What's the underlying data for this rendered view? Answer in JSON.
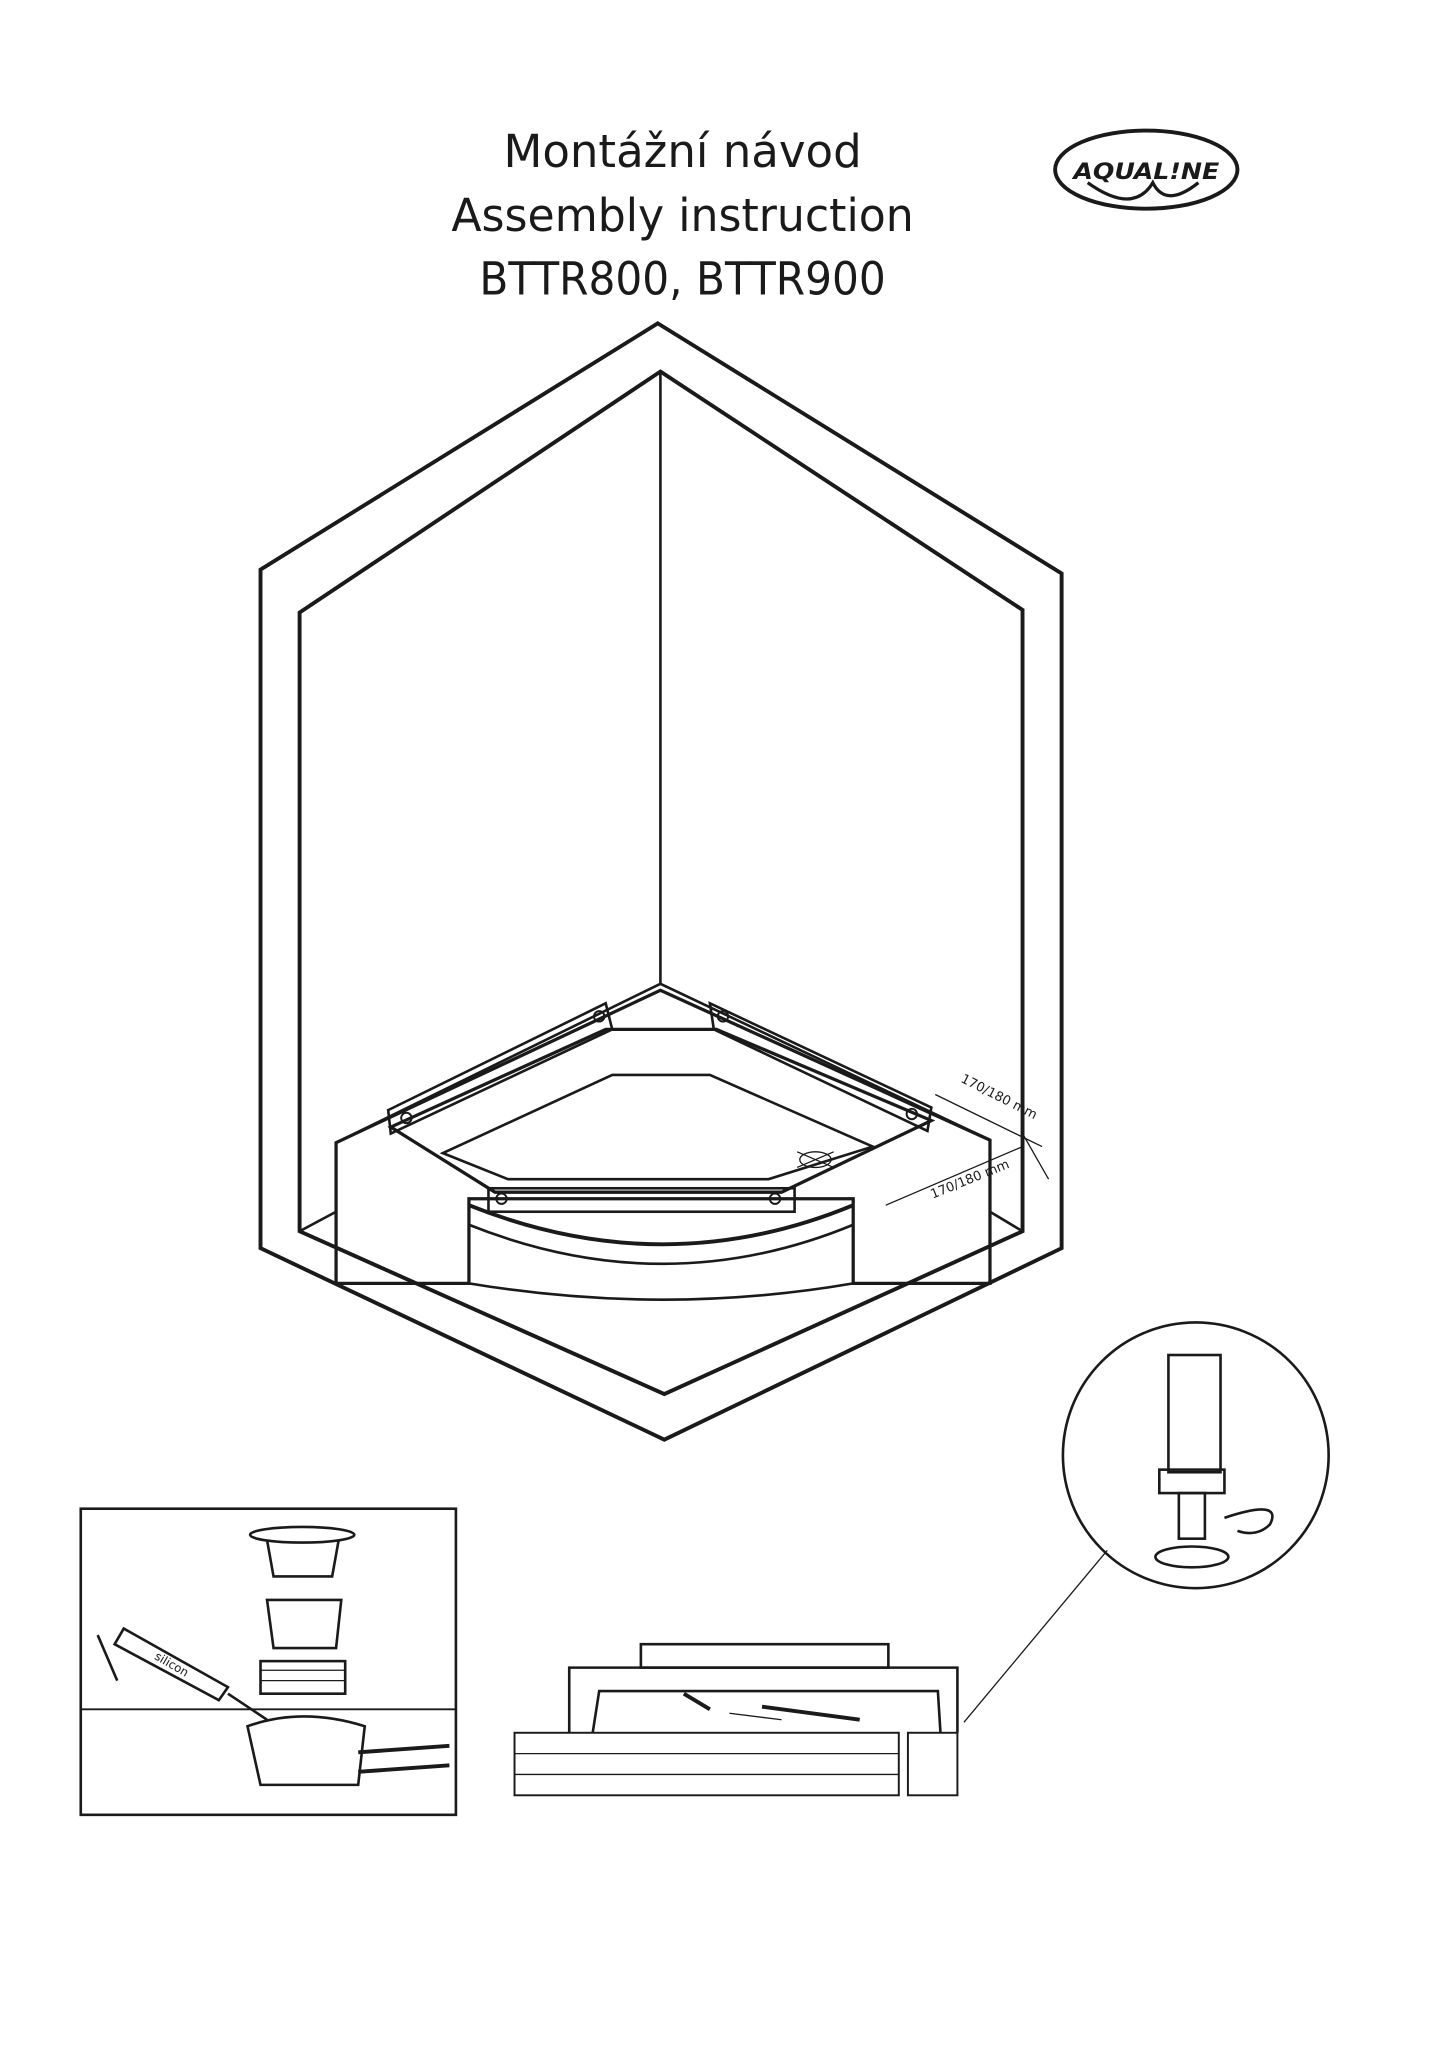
{
  "header": {
    "title_cz": "Montážní návod",
    "title_en": "Assembly instruction",
    "models": "BTTR800, BTTR900"
  },
  "logo": {
    "text": "AQUAL!NE"
  },
  "main_diagram": {
    "dimension_1": "170/180 mm",
    "dimension_2": "170/180 mm"
  },
  "drain_detail": {
    "tube_label": "silicon"
  }
}
